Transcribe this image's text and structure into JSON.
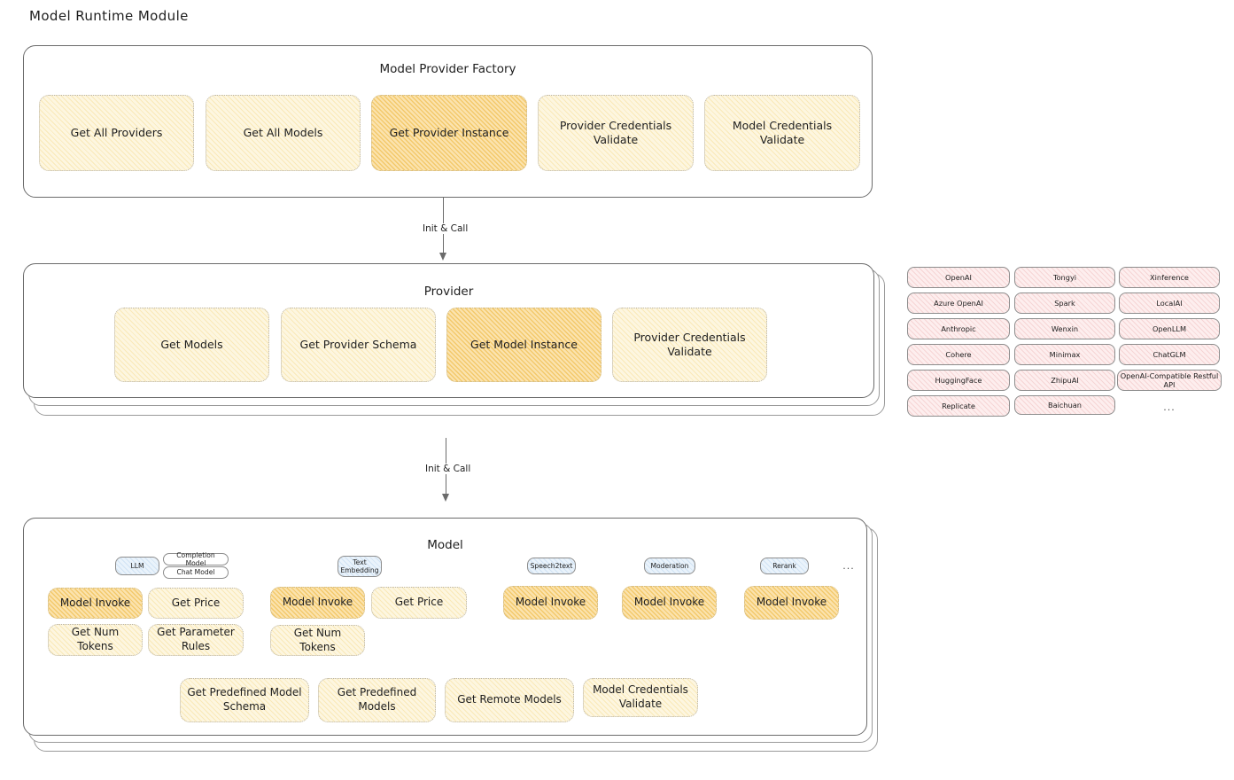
{
  "page": {
    "title": "Model Runtime Module"
  },
  "factory": {
    "title": "Model Provider Factory",
    "boxes": [
      {
        "label": "Get All Providers",
        "highlight": false
      },
      {
        "label": "Get All Models",
        "highlight": false
      },
      {
        "label": "Get Provider Instance",
        "highlight": true
      },
      {
        "label": "Provider Credentials Validate",
        "highlight": false
      },
      {
        "label": "Model Credentials Validate",
        "highlight": false
      }
    ]
  },
  "arrows": [
    {
      "label": "Init & Call"
    },
    {
      "label": "Init & Call"
    }
  ],
  "provider": {
    "title": "Provider",
    "boxes": [
      {
        "label": "Get Models",
        "highlight": false
      },
      {
        "label": "Get Provider Schema",
        "highlight": false
      },
      {
        "label": "Get Model Instance",
        "highlight": true
      },
      {
        "label": "Provider Credentials Validate",
        "highlight": false
      }
    ]
  },
  "provider_list": {
    "columns": [
      {
        "items": [
          "OpenAI",
          "Azure OpenAI",
          "Anthropic",
          "Cohere",
          "HuggingFace",
          "Replicate"
        ]
      },
      {
        "items": [
          "Tongyi",
          "Spark",
          "Wenxin",
          "Minimax",
          "ZhipuAI",
          "Baichuan"
        ]
      },
      {
        "items": [
          "Xinference",
          "LocalAI",
          "OpenLLM",
          "ChatGLM",
          "OpenAI-Compatible Restful API"
        ]
      }
    ],
    "more_label": "..."
  },
  "model": {
    "title": "Model",
    "more_label": "...",
    "types": [
      {
        "badge": "LLM",
        "sub_badges": [
          "Completion Model",
          "Chat Model"
        ],
        "methods": [
          {
            "label": "Model Invoke",
            "highlight": true
          },
          {
            "label": "Get Price",
            "highlight": false
          },
          {
            "label": "Get Num Tokens",
            "highlight": false
          },
          {
            "label": "Get Parameter Rules",
            "highlight": false
          }
        ]
      },
      {
        "badge": "Text Embedding",
        "sub_badges": [],
        "methods": [
          {
            "label": "Model Invoke",
            "highlight": true
          },
          {
            "label": "Get Price",
            "highlight": false
          },
          {
            "label": "Get Num Tokens",
            "highlight": false
          }
        ]
      },
      {
        "badge": "Speech2text",
        "sub_badges": [],
        "methods": [
          {
            "label": "Model Invoke",
            "highlight": true
          }
        ]
      },
      {
        "badge": "Moderation",
        "sub_badges": [],
        "methods": [
          {
            "label": "Model Invoke",
            "highlight": true
          }
        ]
      },
      {
        "badge": "Rerank",
        "sub_badges": [],
        "methods": [
          {
            "label": "Model Invoke",
            "highlight": true
          }
        ]
      }
    ],
    "common_methods": [
      {
        "label": "Get Predefined Model Schema"
      },
      {
        "label": "Get Predefined Models"
      },
      {
        "label": "Get Remote Models"
      },
      {
        "label": "Model Credentials Validate"
      }
    ]
  },
  "colors": {
    "fill_light": "#fdf6e0",
    "fill_highlight": "#fbe3ae",
    "chip_fill": "#fdeeee",
    "badge_fill": "#eaf3fb",
    "stroke": "#6b6b6b",
    "text": "#1e1e1e"
  }
}
